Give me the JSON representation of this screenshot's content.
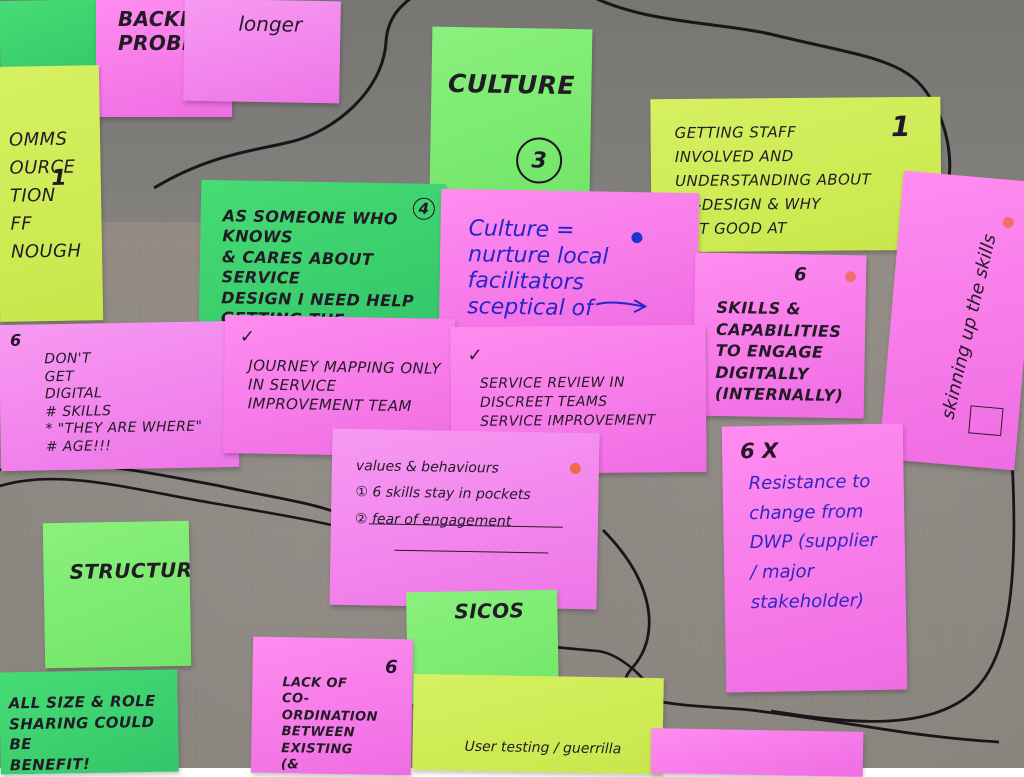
{
  "notes": {
    "backfill": {
      "text": "BACKFIL\nPROBLEM"
    },
    "longer": {
      "text": "longer"
    },
    "culture_title": {
      "text": "CULTURE",
      "number": "3"
    },
    "getting_staff": {
      "text": "GETTING STAFF\nINVOLVED AND\nUNDERSTANDING ABOUT\nRE-DESIGN & WHY\nNOT GOOD AT",
      "number": "1"
    },
    "left_comms": {
      "text": "OMMS\nOURCE\nTION\nFF\nNOUGH",
      "number": "1"
    },
    "someone": {
      "text": "AS SOMEONE WHO KNOWS\n& CARES ABOUT SERVICE\nDESIGN I NEED HELP\nGETTING THE MESSAGE",
      "number": "4"
    },
    "culture_nurture": {
      "text": "Culture =\nnurture local\nfacilitators\nsceptical of",
      "dot_color": "#1c33d7"
    },
    "skills": {
      "text": "SKILLS & CAPABILITIES\nTO ENGAGE\nDIGITALLY\n(INTERNALLY)",
      "number": "6",
      "dot_color": "#f16f6b"
    },
    "right_pink": {
      "text": "skinning up the skills",
      "dot_color": "#f16f6b"
    },
    "dont_get_digital": {
      "text": "DON'T\nGET\nDIGITAL\n# SKILLS\n* \"THEY ARE WHERE\"\n# AGE!!!",
      "number": "6"
    },
    "journey": {
      "text": "JOURNEY MAPPING ONLY\nIN SERVICE\nIMPROVEMENT TEAM",
      "mark": "✓"
    },
    "service_review": {
      "text": "SERVICE REVIEW IN\nDISCREET TEAMS\nSERVICE IMPROVEMENT",
      "mark": "✓"
    },
    "values": {
      "text": "values & behaviours\n① 6 skills stay in pockets\n② fear of engagement",
      "dot_color": "#f1684d"
    },
    "resistance": {
      "text": "Resistance to\nchange from\nDWP (supplier\n/ major stakeholder)",
      "number": "6 X"
    },
    "structure": {
      "text": "STRUCTURE"
    },
    "sicos": {
      "text": "SICOS"
    },
    "size_role": {
      "text": "ALL SIZE & ROLE\nSHARING COULD BE\nBENEFIT!"
    },
    "coordination": {
      "text": "LACK OF\nCO-ORDINATION\nBETWEEN EXISTING\n(& SUFFICIENT)\nSERVICES",
      "number": "6"
    },
    "user_testing": {
      "text": "User testing / guerrilla"
    }
  }
}
